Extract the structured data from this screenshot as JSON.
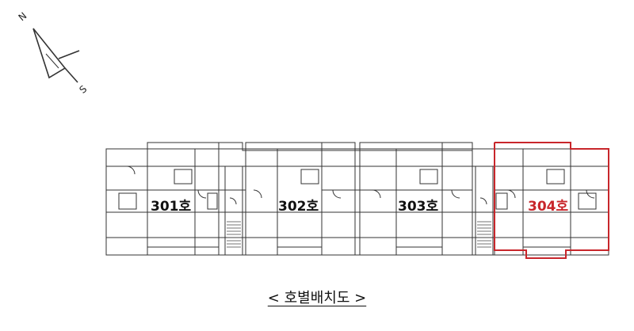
{
  "compass": {
    "north": "N",
    "south": "S"
  },
  "units": [
    {
      "label": "301호",
      "highlight": false
    },
    {
      "label": "302호",
      "highlight": false
    },
    {
      "label": "303호",
      "highlight": false
    },
    {
      "label": "304호",
      "highlight": true
    }
  ],
  "highlight_color": "#c8262b",
  "caption": "< 호별배치도 >"
}
